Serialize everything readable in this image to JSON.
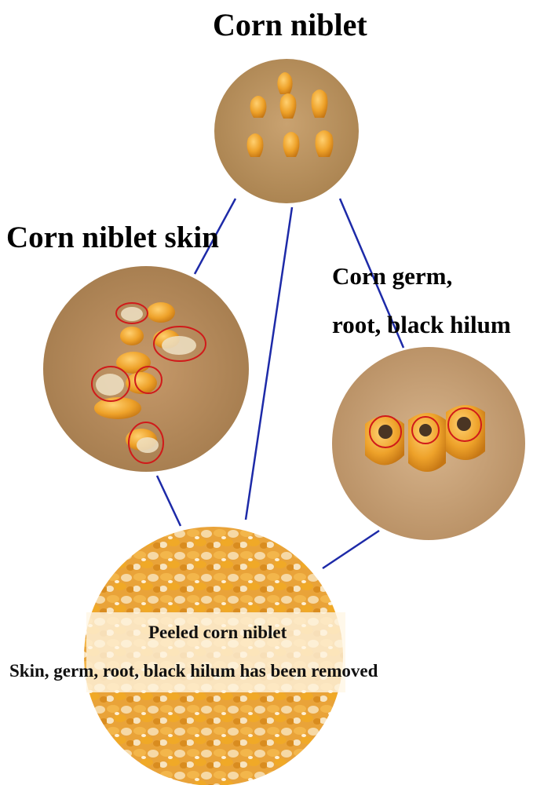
{
  "labels": {
    "niblet": "Corn niblet",
    "skin": "Corn niblet skin",
    "germ_line1": "Corn germ,",
    "germ_line2": "root, black hilum"
  },
  "result": {
    "line1": "Peeled corn niblet",
    "line2": "Skin, germ, root, black hilum has been removed"
  },
  "colors": {
    "connector": "#1d2aa8",
    "highlight_ring": "#d01a1a",
    "wood": "#b98d5e",
    "kernel": "#e8a126"
  }
}
